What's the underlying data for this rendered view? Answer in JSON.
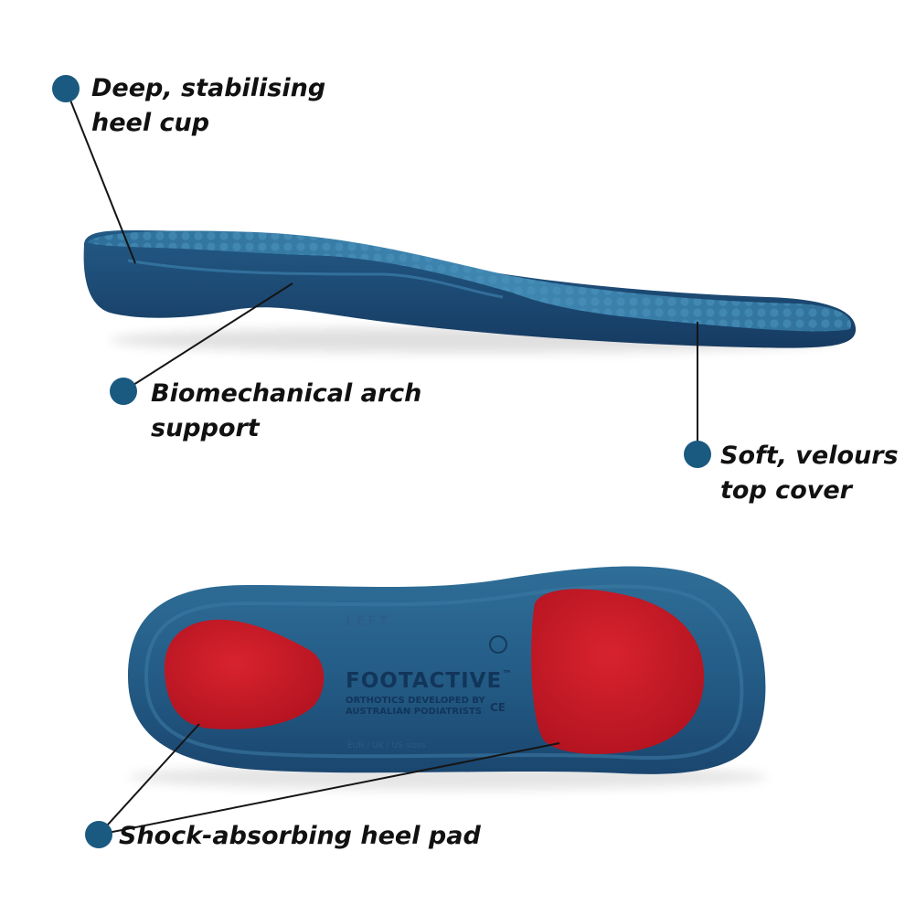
{
  "callouts": {
    "heel_cup": {
      "line1": "Deep, stabilising",
      "line2": "heel cup"
    },
    "arch_support": {
      "line1": "Biomechanical arch",
      "line2": "support"
    },
    "top_cover": {
      "line1": "Soft, velours",
      "line2": "top cover"
    },
    "heel_pad": {
      "line1": "Shock-absorbing heel pad"
    }
  },
  "insole_imprint": {
    "side": "LEFT",
    "brand": "FOOTACTIVE",
    "trademark": "™",
    "tagline_1": "ORTHOTICS DEVELOPED BY",
    "tagline_2": "AUSTRALIAN PODIATRISTS",
    "ce_mark": "CE",
    "size_text": "EUR / UK / US sizes"
  },
  "colors": {
    "dot": "#1a5a80",
    "leader_line": "#151515",
    "insole_dark": "#173f66",
    "insole_mid": "#2a6892",
    "insole_light": "#3f87b1",
    "heel_pad_red": "#c8182b",
    "imprint": "#12355a"
  }
}
